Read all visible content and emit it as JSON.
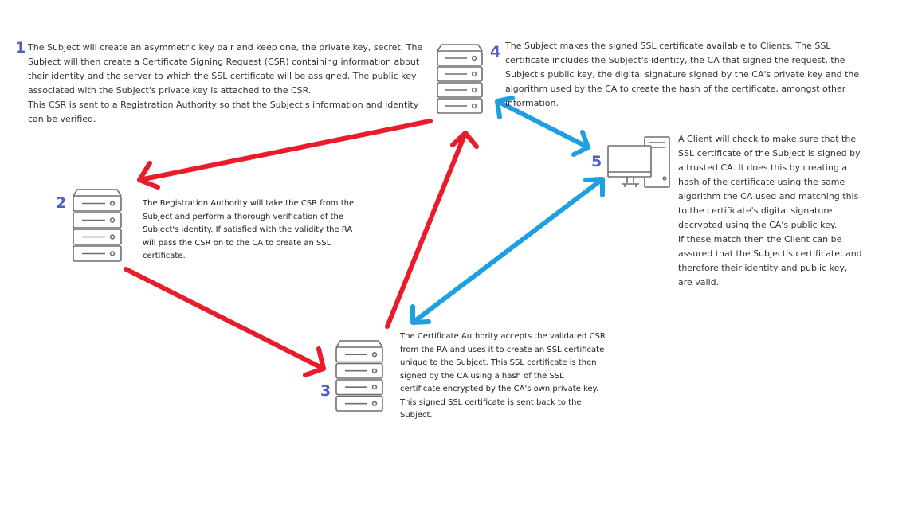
{
  "colors": {
    "red_arrow": "#e81c2b",
    "blue_arrow": "#1ea0e0",
    "number": "#4f5fc4",
    "icon_stroke": "#6e6e6e"
  },
  "icons": [
    "server-icon",
    "server-icon",
    "server-icon",
    "computer-icon"
  ],
  "steps": {
    "s1": {
      "number": "1",
      "paragraphs": [
        "The Subject will create an asymmetric key pair and keep one, the private key, secret. The Subject will then create a Certificate Signing Request (CSR) containing information about their identity and the server to which the SSL certificate will be assigned. The public key associated with the Subject's private key is attached to the CSR.",
        "This CSR is sent to a Registration Authority so that the Subject's information and identity can be verified."
      ]
    },
    "s2": {
      "number": "2",
      "paragraphs": [
        "The Registration Authority will take the CSR from the Subject and perform a thorough verification of the Subject's identity. If satisfied with the validity the RA will pass the CSR on to the CA to create an SSL certificate."
      ]
    },
    "s3": {
      "number": "3",
      "paragraphs": [
        "The Certificate Authority accepts the validated CSR from the RA and uses it to create an SSL certificate unique to the Subject. This SSL certificate is then signed by the CA using a hash of the SSL certificate encrypted by the CA's own private key.",
        "This signed SSL certificate is sent back to the Subject."
      ]
    },
    "s4": {
      "number": "4",
      "paragraphs": [
        "The Subject makes the signed SSL certificate available to Clients. The SSL certificate includes the Subject's identity, the CA that signed the request, the Subject's public key, the digital signature signed by the CA's private key and the algorithm used by the CA to create the hash of the certificate, amongst other information."
      ]
    },
    "s5": {
      "number": "5",
      "paragraphs": [
        "A Client will check to make sure that the SSL certificate of the Subject is signed by a trusted CA. It does this by creating a hash of the certificate using the same algorithm the CA used and matching this to the certificate's digital signature decrypted using the CA's public key.",
        "If these match then the Client can be assured that the Subject's certificate, and therefore their identity and public key, are valid."
      ]
    }
  }
}
